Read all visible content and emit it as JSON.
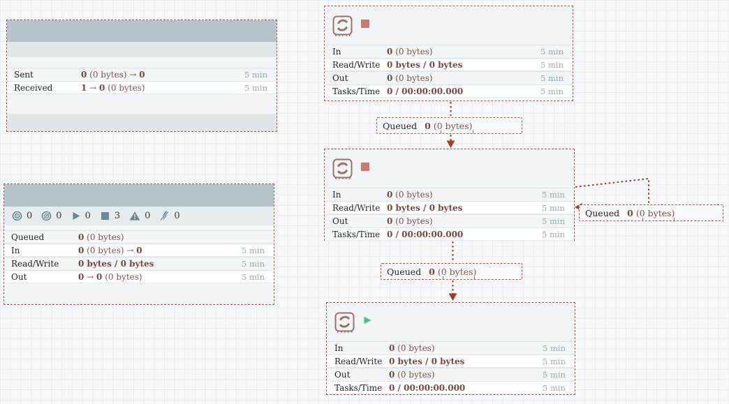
{
  "colors": {
    "selection_border": "#b2594e",
    "connection": "#a63c2d",
    "group_header": "#b7c4cb",
    "value_text": "#76493f",
    "window_text": "#96abb6",
    "badge_icon": "#6d8894",
    "stopped_red": "#ca7a6f",
    "running_green": "#52bf8a",
    "processor_icon": "#9c7168"
  },
  "icons": {
    "processor": "sync-stamp-icon",
    "transmitting": "bullseye-icon",
    "not_transmitting": "bullseye-slash-icon",
    "running": "play-icon",
    "stopped": "square-icon",
    "invalid": "warning-triangle-icon",
    "disabled": "lightning-slash-icon"
  },
  "remote_process_group": {
    "rows": [
      {
        "label": "Sent",
        "parts": [
          [
            "0",
            1
          ],
          [
            " (0 bytes) ",
            0
          ],
          [
            "→ ",
            0
          ],
          [
            "0",
            1
          ]
        ],
        "window": "5 min"
      },
      {
        "label": "Received",
        "parts": [
          [
            "1",
            1
          ],
          [
            " → ",
            0
          ],
          [
            "0",
            1
          ],
          [
            " (0 bytes)",
            0
          ]
        ],
        "window": "5 min"
      }
    ]
  },
  "process_group": {
    "badges": [
      {
        "name": "transmitting",
        "count": "0"
      },
      {
        "name": "not-transmitting",
        "count": "0"
      },
      {
        "name": "running",
        "count": "0"
      },
      {
        "name": "stopped",
        "count": "3"
      },
      {
        "name": "invalid",
        "count": "0"
      },
      {
        "name": "disabled",
        "count": "0"
      }
    ],
    "rows": [
      {
        "label": "Queued",
        "parts": [
          [
            "0",
            1
          ],
          [
            " (0 bytes)",
            0
          ]
        ],
        "window": ""
      },
      {
        "label": "In",
        "parts": [
          [
            "0",
            1
          ],
          [
            " (0 bytes) ",
            0
          ],
          [
            "→ ",
            0
          ],
          [
            "0",
            1
          ]
        ],
        "window": "5 min"
      },
      {
        "label": "Read/Write",
        "parts": [
          [
            "0 bytes / 0 bytes",
            1
          ]
        ],
        "window": "5 min"
      },
      {
        "label": "Out",
        "parts": [
          [
            "0",
            1
          ],
          [
            " → ",
            0
          ],
          [
            "0",
            1
          ],
          [
            " (0 bytes)",
            0
          ]
        ],
        "window": "5 min"
      }
    ]
  },
  "processors": [
    {
      "state": "stopped",
      "rows": [
        {
          "label": "In",
          "parts": [
            [
              "0",
              1
            ],
            [
              " (0 bytes)",
              0
            ]
          ],
          "window": "5 min"
        },
        {
          "label": "Read/Write",
          "parts": [
            [
              "0 bytes / 0 bytes",
              1
            ]
          ],
          "window": "5 min"
        },
        {
          "label": "Out",
          "parts": [
            [
              "0",
              1
            ],
            [
              " (0 bytes)",
              0
            ]
          ],
          "window": "5 min"
        },
        {
          "label": "Tasks/Time",
          "parts": [
            [
              "0 / 00:00:00.000",
              1
            ]
          ],
          "window": "5 min"
        }
      ]
    },
    {
      "state": "stopped",
      "rows": [
        {
          "label": "In",
          "parts": [
            [
              "0",
              1
            ],
            [
              " (0 bytes)",
              0
            ]
          ],
          "window": "5 min"
        },
        {
          "label": "Read/Write",
          "parts": [
            [
              "0 bytes / 0 bytes",
              1
            ]
          ],
          "window": "5 min"
        },
        {
          "label": "Out",
          "parts": [
            [
              "0",
              1
            ],
            [
              " (0 bytes)",
              0
            ]
          ],
          "window": "5 min"
        },
        {
          "label": "Tasks/Time",
          "parts": [
            [
              "0 / 00:00:00.000",
              1
            ]
          ],
          "window": "5 min"
        }
      ]
    },
    {
      "state": "running",
      "rows": [
        {
          "label": "In",
          "parts": [
            [
              "0",
              1
            ],
            [
              " (0 bytes)",
              0
            ]
          ],
          "window": "5 min"
        },
        {
          "label": "Read/Write",
          "parts": [
            [
              "0 bytes / 0 bytes",
              1
            ]
          ],
          "window": "5 min"
        },
        {
          "label": "Out",
          "parts": [
            [
              "0",
              1
            ],
            [
              " (0 bytes)",
              0
            ]
          ],
          "window": "5 min"
        },
        {
          "label": "Tasks/Time",
          "parts": [
            [
              "0 / 00:00:00.000",
              1
            ]
          ],
          "window": "5 min"
        }
      ]
    }
  ],
  "connections": [
    {
      "label": "Queued",
      "parts": [
        [
          "0",
          1
        ],
        [
          " (0 bytes)",
          0
        ]
      ]
    },
    {
      "label": "Queued",
      "parts": [
        [
          "0",
          1
        ],
        [
          " (0 bytes)",
          0
        ]
      ]
    },
    {
      "label": "Queued",
      "parts": [
        [
          "0",
          1
        ],
        [
          " (0 bytes)",
          0
        ]
      ]
    }
  ]
}
